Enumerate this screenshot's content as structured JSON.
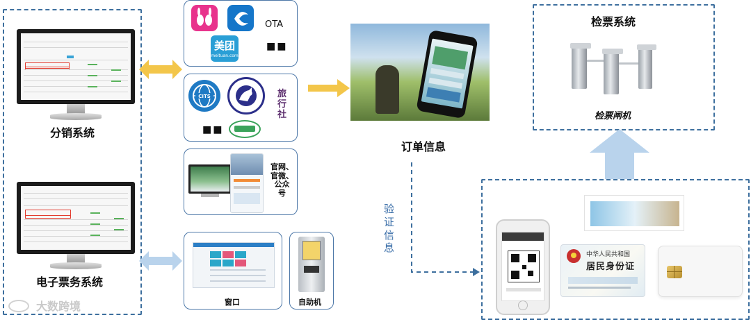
{
  "left_panel": {
    "distribution_label": "分销系统",
    "ticketing_label": "电子票务系统"
  },
  "channels": {
    "ota_label": "OTA",
    "ota_more": "■■",
    "meituan_text": "美团",
    "meituan_sub": "meituan.com",
    "agency_label_chars": [
      "旅",
      "行",
      "社"
    ],
    "agency_more": "■■",
    "official_label_chars": [
      "官网、",
      "官微、",
      "公众",
      "号"
    ],
    "window_label": "窗口",
    "kiosk_label": "自助机"
  },
  "center": {
    "order_info_label": "订单信息",
    "verify_label_chars": [
      "验",
      "证",
      "信",
      "息"
    ]
  },
  "top_right": {
    "system_label": "检票系统",
    "gate_label": "检票闸机"
  },
  "id_card": {
    "country": "中华人民共和国",
    "title": "居民身份证"
  },
  "watermark": "大数跨境",
  "colors": {
    "dashed_border": "#3d6f9e",
    "yellow_arrow": "#f3c64a",
    "blue_arrow": "#a9c8e6",
    "box_border": "#4d78a8"
  }
}
